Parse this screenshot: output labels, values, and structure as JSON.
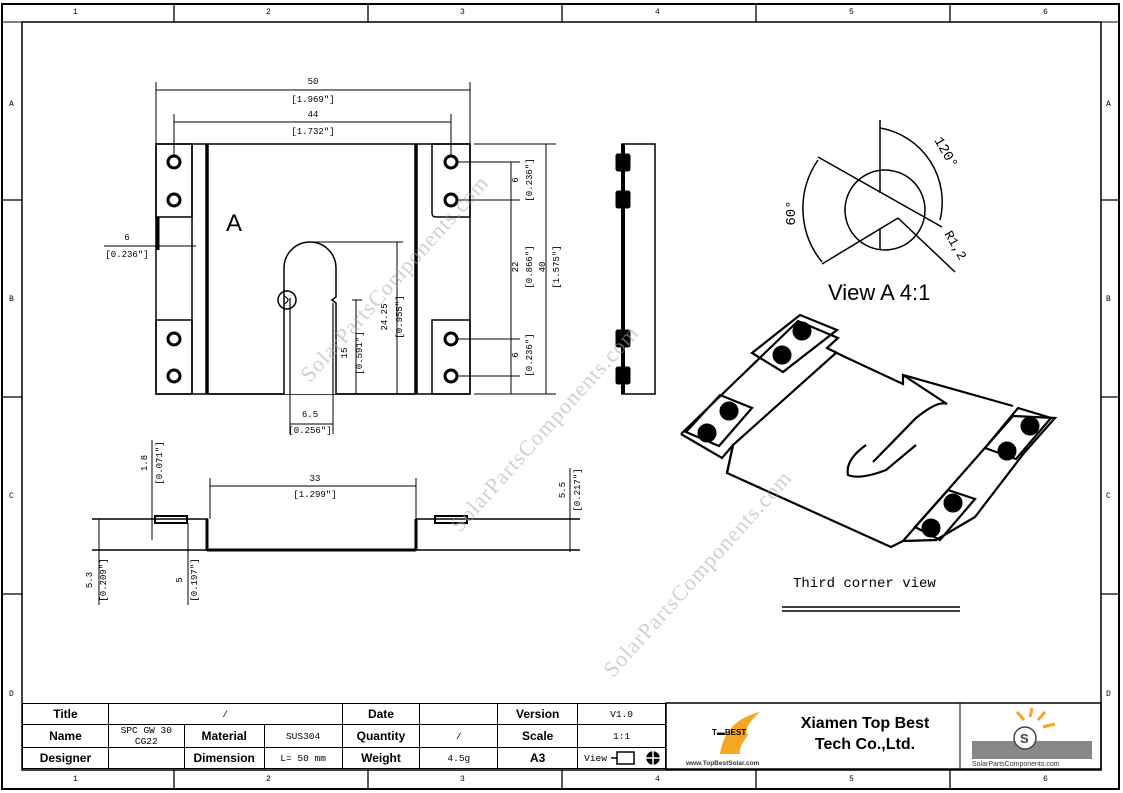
{
  "grid": {
    "columns": [
      "1",
      "2",
      "3",
      "4",
      "5",
      "6"
    ],
    "rows": [
      "A",
      "B",
      "C",
      "D"
    ]
  },
  "views": {
    "front": {
      "label": "A",
      "dimensions": {
        "overall_width": "50",
        "overall_width_in": "[1.969\"]",
        "hole_spacing_x": "44",
        "hole_spacing_x_in": "[1.732\"]",
        "left_offset": "6",
        "left_offset_in": "[0.236\"]",
        "hole_pitch_top": "6",
        "hole_pitch_top_in": "[0.236\"]",
        "inner_span": "22",
        "inner_span_in": "[0.866\"]",
        "overall_height": "40",
        "overall_height_in": "[1.575\"]",
        "slot_depth": "24.25",
        "slot_depth_in": "[0.955\"]",
        "notch_height": "15",
        "notch_height_in": "[0.591\"]",
        "hole_pitch_bottom": "6",
        "hole_pitch_bottom_in": "[0.236\"]",
        "slot_width": "6.5",
        "slot_width_in": "[0.256\"]"
      }
    },
    "bottom": {
      "dimensions": {
        "thickness": "1.8",
        "thickness_in": "[0.071\"]",
        "channel_width": "33",
        "channel_width_in": "[1.299\"]",
        "right_height": "5.5",
        "right_height_in": "[0.217\"]",
        "left_height": "5.3",
        "left_height_in": "[0.209\"]",
        "depth": "5",
        "depth_in": "[0.197\"]"
      }
    },
    "detail": {
      "title": "View A  4:1",
      "angle_top": "120°",
      "angle_left": "60°",
      "radius": "R1,2"
    },
    "isometric": {
      "caption": "Third corner view"
    }
  },
  "watermark": "SolarPartsComponents.com",
  "title_block": {
    "rows": [
      [
        {
          "k": "Title",
          "h": true
        },
        {
          "k": "/",
          "span": 2
        },
        {
          "k": "Date",
          "h": true
        },
        {
          "k": ""
        },
        {
          "k": "Version",
          "h": true
        },
        {
          "k": "V1.0"
        }
      ],
      [
        {
          "k": "Name",
          "h": true
        },
        {
          "k": "SPC GW 30 CG22"
        },
        {
          "k": "Material",
          "h": true
        },
        {
          "k": "SUS304"
        },
        {
          "k": "Quantity",
          "h": true
        },
        {
          "k": "/"
        },
        {
          "k": "Scale",
          "h": true
        },
        {
          "k": "1:1"
        }
      ],
      [
        {
          "k": "Designer",
          "h": true
        },
        {
          "k": ""
        },
        {
          "k": "Dimension",
          "h": true
        },
        {
          "k": "L= 50 mm"
        },
        {
          "k": "Weight",
          "h": true
        },
        {
          "k": "4.5g"
        },
        {
          "k": "A3",
          "h": true
        },
        {
          "k": "View"
        }
      ]
    ],
    "title_label": "Title",
    "title_value": "/",
    "date_label": "Date",
    "date_value": "",
    "version_label": "Version",
    "version_value": "V1.0",
    "name_label": "Name",
    "name_value": "SPC GW 30 CG22",
    "material_label": "Material",
    "material_value": "SUS304",
    "quantity_label": "Quantity",
    "quantity_value": "/",
    "scale_label": "Scale",
    "scale_value": "1:1",
    "designer_label": "Designer",
    "designer_value": "",
    "dimension_label": "Dimension",
    "dimension_value": "L= 50 mm",
    "weight_label": "Weight",
    "weight_value": "4.5g",
    "sheet_label": "A3",
    "view_label": "View",
    "company_line1": "Xiamen Top Best",
    "company_line2": "Tech Co.,Ltd.",
    "tbest_logo": "T-BEST",
    "tbest_url": "www.TopBestSolar.com",
    "spc_url": "SolarPartsComponents.com",
    "colors": {
      "tbest_orange": "#f5a623",
      "spc_gray": "#555555"
    }
  }
}
